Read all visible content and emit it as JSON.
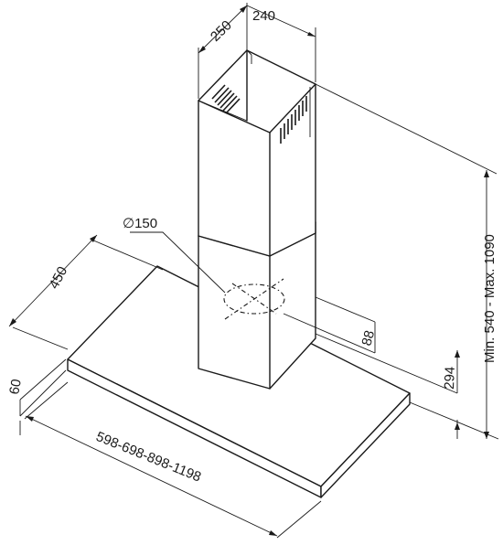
{
  "dimensions": {
    "chimney_depth": "250",
    "chimney_width": "240",
    "duct_diameter": "∅150",
    "hood_depth": "450",
    "hood_thickness": "60",
    "hood_widths": "598-698-898-1198",
    "outlet_offset": "88",
    "chimney_position": "294",
    "height_range": "Min. 540 - Max. 1090"
  },
  "colors": {
    "line": "#1a1a1a",
    "background": "#ffffff"
  }
}
